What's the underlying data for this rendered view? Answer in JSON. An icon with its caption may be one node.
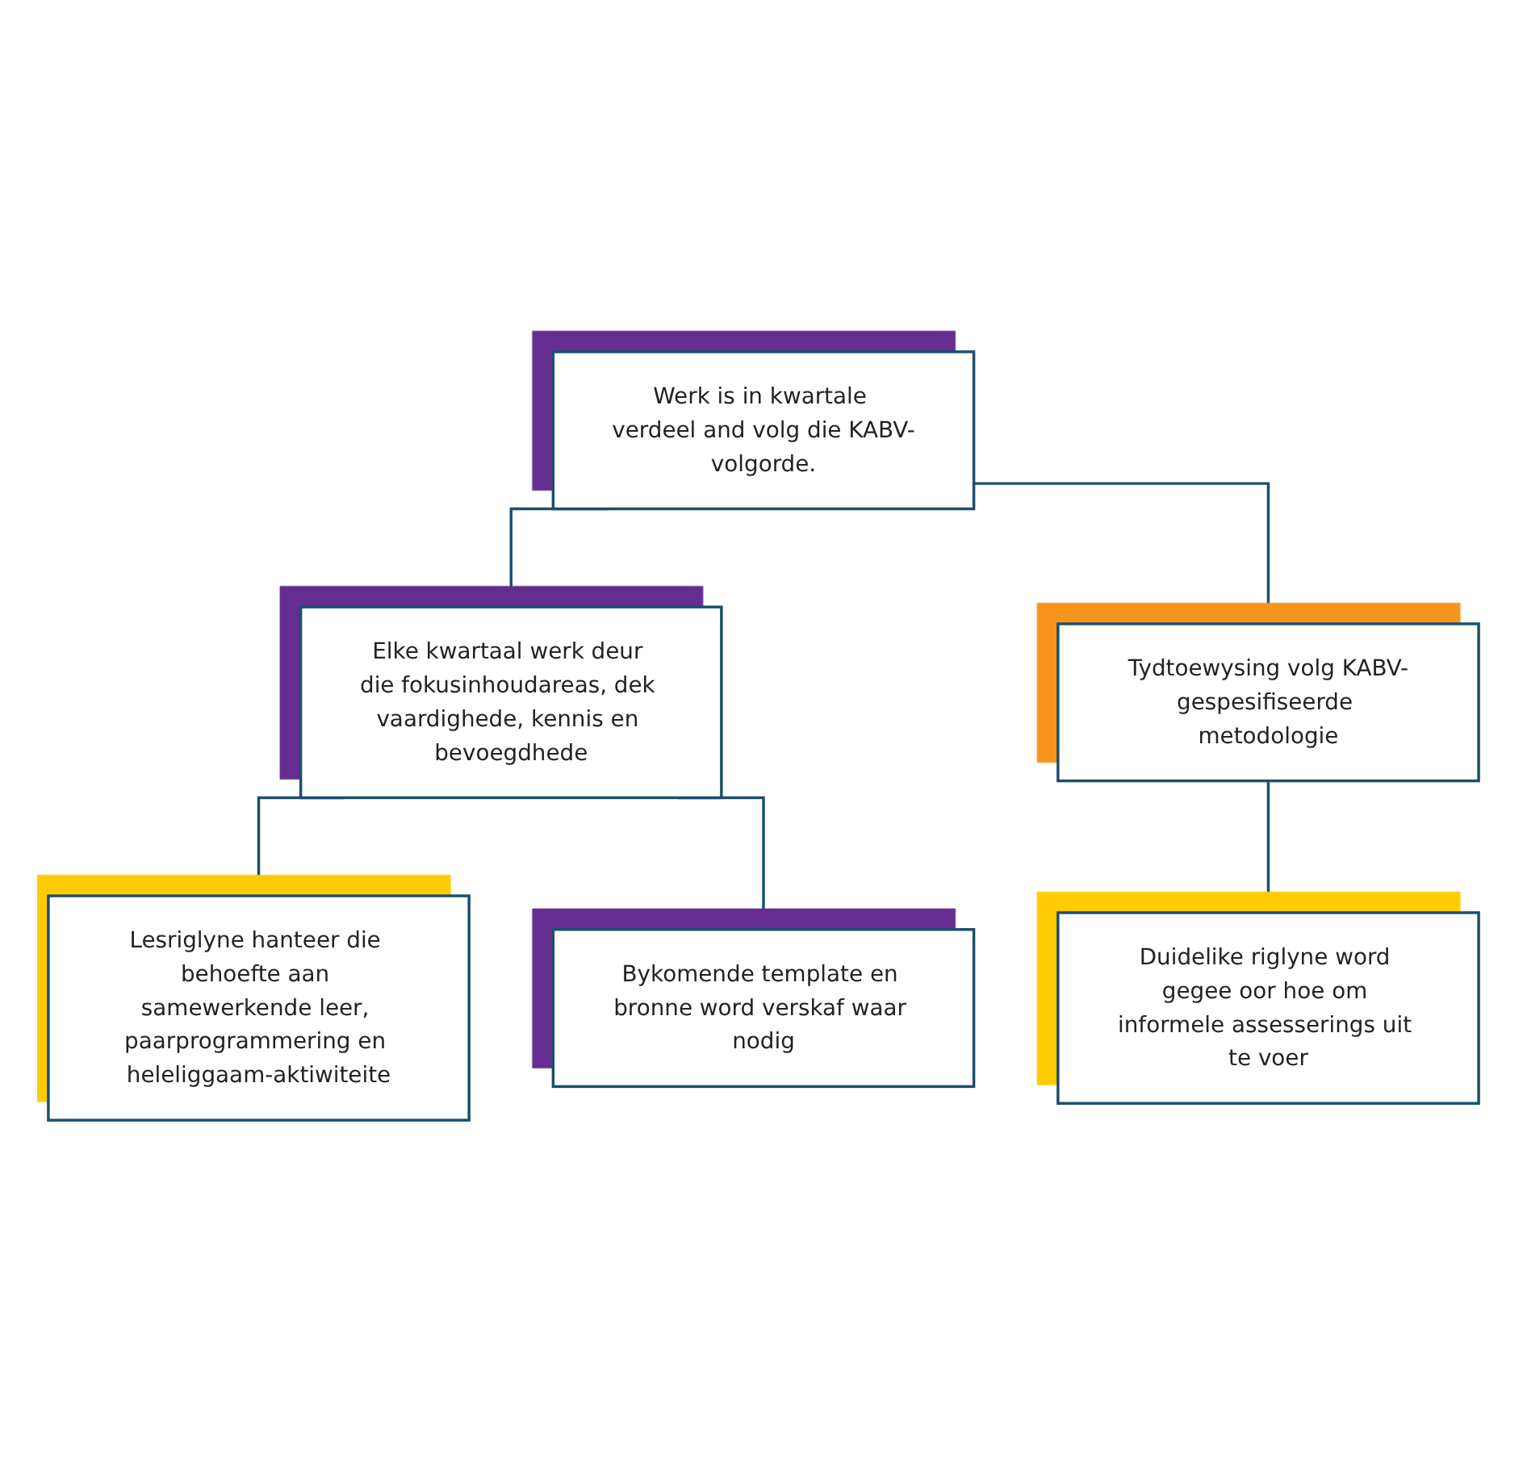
{
  "diagram": {
    "nodes": [
      {
        "text": [
          "Werk is in kwartale verdeel and volg die KABV-volgorde."
        ]
      },
      {
        "text": [
          "Elke kwartaal werk deur die fokusinhoudareas, dek vaardighede, kennis en bevoegdhede"
        ]
      },
      {
        "text": [
          "Tydtoewysing volg KABV-gespesifiseerde metodologie"
        ]
      },
      {
        "text": [
          "Lesriglyne hanteer die behoefte aan samewerkende leer, paarprogrammering en heleliggaam-aktiwiteite"
        ]
      },
      {
        "text": [
          "Bykomende template en bronne word verskaf waar nodig"
        ]
      },
      {
        "text": [
          "Duidelike riglyne word gegee oor hoe om informele assesserings uit te voer"
        ]
      }
    ],
    "edges": [
      {
        "from": 0,
        "to": 1,
        "arrow": "none"
      },
      {
        "from": 0,
        "to": 2,
        "arrow": "none"
      },
      {
        "from": 1,
        "to": 3,
        "arrow": "none"
      },
      {
        "from": 1,
        "to": 4,
        "arrow": "none"
      },
      {
        "from": 2,
        "to": 5,
        "arrow": "none"
      }
    ]
  }
}
